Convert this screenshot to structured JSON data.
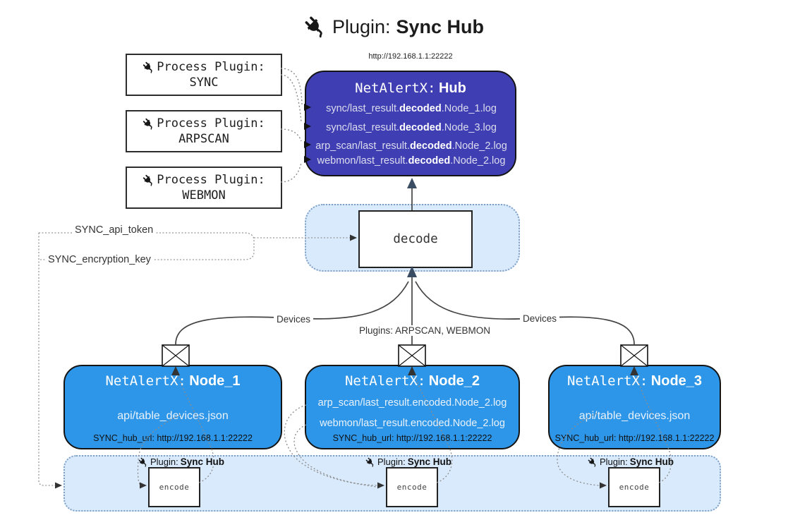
{
  "title": {
    "label": "Plugin:",
    "name": "Sync Hub"
  },
  "process_plugins": {
    "heading": "Process Plugin:",
    "items": [
      {
        "name": "SYNC"
      },
      {
        "name": "ARPSCAN"
      },
      {
        "name": "WEBMON"
      }
    ]
  },
  "hub": {
    "url": "http://192.168.1.1:22222",
    "title_label": "NetAlertX:",
    "title_name": "Hub",
    "logs": [
      {
        "pre": "sync/last_result.",
        "bold": "decoded",
        "post": ".Node_1.log"
      },
      {
        "pre": "sync/last_result.",
        "bold": "decoded",
        "post": ".Node_3.log"
      },
      {
        "pre": "arp_scan/last_result.",
        "bold": "decoded",
        "post": ".Node_2.log"
      },
      {
        "pre": "webmon/last_result.",
        "bold": "decoded",
        "post": ".Node_2.log"
      }
    ]
  },
  "decode_box": {
    "label": "decode"
  },
  "settings": {
    "api_token_label": "SYNC_api_token",
    "encryption_key_label": "SYNC_encryption_key"
  },
  "edge_labels": {
    "devices_left": "Devices",
    "devices_right": "Devices",
    "plugins_center": "Plugins: ARPSCAN, WEBMON"
  },
  "nodes": [
    {
      "title_label": "NetAlertX:",
      "title_name": "Node_1",
      "files": [
        "api/table_devices.json"
      ],
      "hub_url_label": "SYNC_hub_url: http://192.168.1.1:22222"
    },
    {
      "title_label": "NetAlertX:",
      "title_name": "Node_2",
      "files": [
        "arp_scan/last_result.encoded.Node_2.log",
        "webmon/last_result.encoded.Node_2.log"
      ],
      "hub_url_label": "SYNC_hub_url: http://192.168.1.1:22222"
    },
    {
      "title_label": "NetAlertX:",
      "title_name": "Node_3",
      "files": [
        "api/table_devices.json"
      ],
      "hub_url_label": "SYNC_hub_url: http://192.168.1.1:22222"
    }
  ],
  "encode_band": {
    "plugin_label": "Plugin:",
    "plugin_name": "Sync Hub",
    "encode_label": "encode"
  },
  "icons": {
    "plug": "plug-icon",
    "envelope": "envelope-icon"
  },
  "colors": {
    "hub_fill": "#3f3fb3",
    "node_fill": "#2e96e8",
    "band_fill": "#d9eafc",
    "band_border": "#7fa0c4",
    "big_arrow": "#3b4d63",
    "wire": "#444444",
    "dotted_wire": "#8c8c8c"
  }
}
